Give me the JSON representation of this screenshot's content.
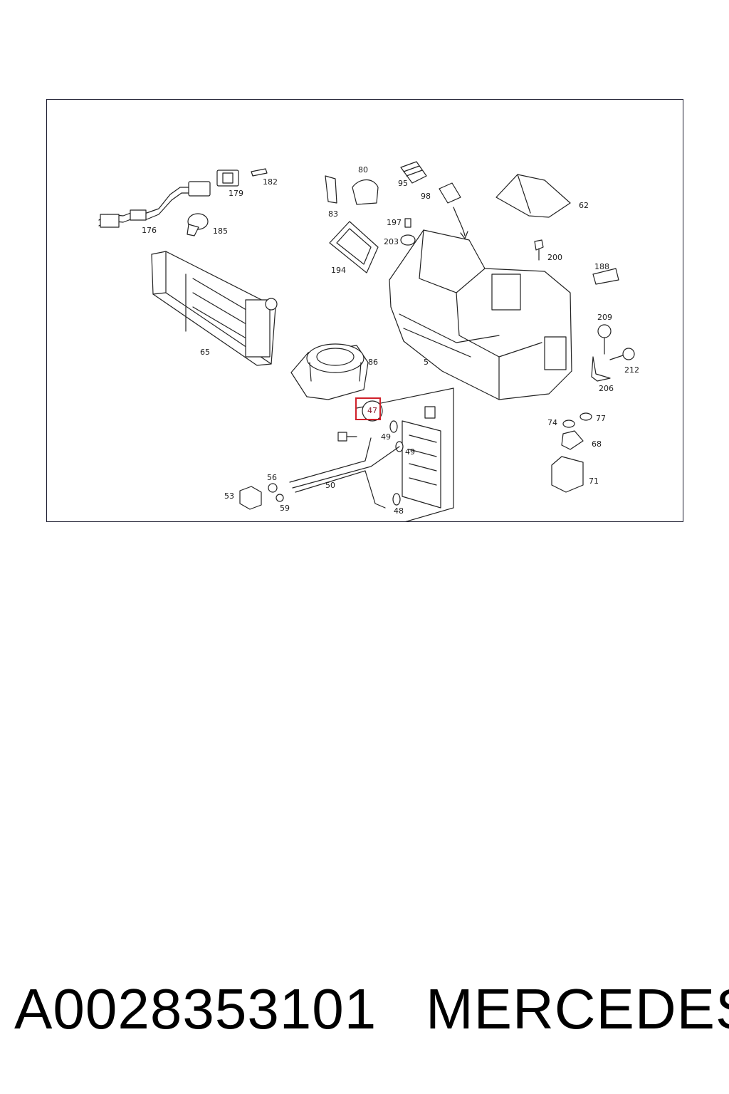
{
  "diagram": {
    "callouts": {
      "c176": "176",
      "c179": "179",
      "c182": "182",
      "c185": "185",
      "c65": "65",
      "c86": "86",
      "c5": "5",
      "c80": "80",
      "c83": "83",
      "c95": "95",
      "c98": "98",
      "c62": "62",
      "c197": "197",
      "c203": "203",
      "c194": "194",
      "c200": "200",
      "c188": "188",
      "c209": "209",
      "c212": "212",
      "c206": "206",
      "c74": "74",
      "c77": "77",
      "c68": "68",
      "c71": "71",
      "c47": "47",
      "c49a": "49",
      "c49b": "49",
      "c50": "50",
      "c48": "48",
      "c56": "56",
      "c53": "53",
      "c59": "59"
    },
    "highlighted_part": "47",
    "highlight_color": "#d0202a"
  },
  "footer": {
    "part_number": "A0028353101",
    "brand": "MERCEDES"
  }
}
